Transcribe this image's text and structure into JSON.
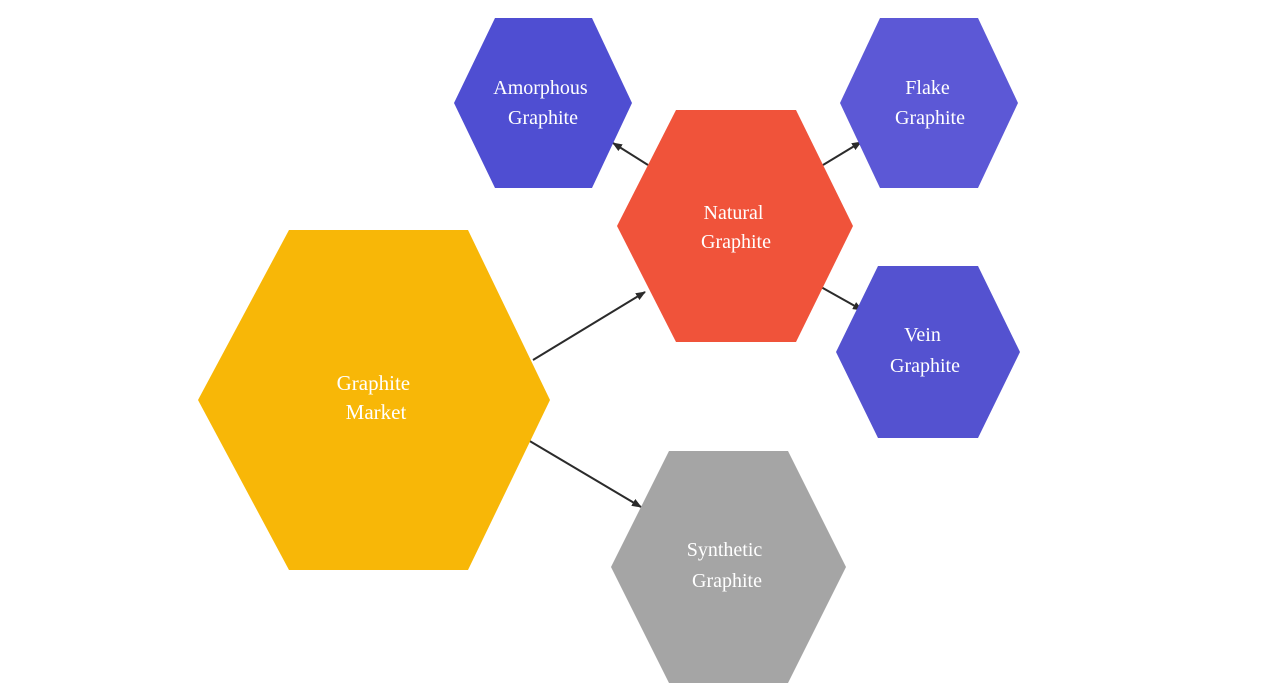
{
  "nodes": {
    "market": {
      "line1": "Graphite",
      "line2": "Market",
      "color": "#F8B707"
    },
    "natural": {
      "line1": "Natural",
      "line2": "Graphite",
      "color": "#F0533A"
    },
    "amorphous": {
      "line1": "Amorphous",
      "line2": "Graphite",
      "color": "#4F4ED2"
    },
    "flake": {
      "line1": "Flake",
      "line2": "Graphite",
      "color": "#5C58D6"
    },
    "vein": {
      "line1": "Vein",
      "line2": "Graphite",
      "color": "#5452D0"
    },
    "synthetic": {
      "line1": "Synthetic",
      "line2": "Graphite",
      "color": "#A5A5A5"
    }
  },
  "edges": [
    {
      "from": "Graphite Market",
      "to": "Natural Graphite"
    },
    {
      "from": "Graphite Market",
      "to": "Synthetic Graphite"
    },
    {
      "from": "Natural Graphite",
      "to": "Amorphous Graphite"
    },
    {
      "from": "Natural Graphite",
      "to": "Flake Graphite"
    },
    {
      "from": "Natural Graphite",
      "to": "Vein Graphite"
    }
  ],
  "arrow_color": "#2b2b2b"
}
